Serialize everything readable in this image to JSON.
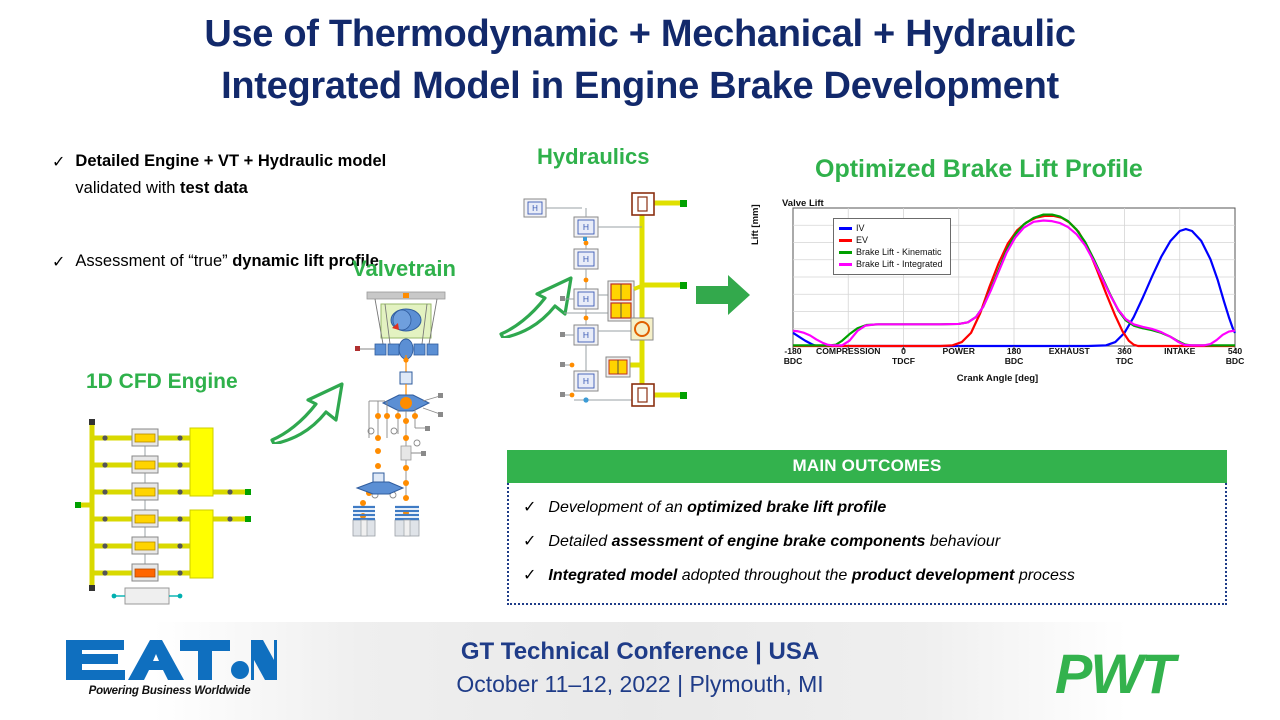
{
  "title": "Use of Thermodynamic + Mechanical + Hydraulic Integrated Model in Engine Brake Development",
  "title_line1": "Use of Thermodynamic + Mechanical + Hydraulic",
  "title_line2": "Integrated Model in Engine Brake Development",
  "colors": {
    "navy": "#12296B",
    "green": "#33B24D",
    "heading_green": "#2FB14B",
    "footer_blue": "#1F3C88",
    "eaton_blue": "#0F6FBF"
  },
  "bullets": [
    {
      "tick": "✓",
      "segments": [
        {
          "text": "Detailed Engine + VT + Hydraulic model",
          "bold": true
        },
        {
          "text": " validated with ",
          "bold": false
        },
        {
          "text": "test data",
          "bold": true
        }
      ]
    },
    {
      "tick": "✓",
      "segments": [
        {
          "text": " Assessment of “true” ",
          "bold": false
        },
        {
          "text": "dynamic lift profile",
          "bold": true
        }
      ]
    }
  ],
  "section_headings": {
    "hydraulics": "Hydraulics",
    "valvetrain": "Valvetrain",
    "cfd_engine": "1D CFD Engine",
    "chart": "Optimized Brake Lift Profile"
  },
  "chart_data": {
    "type": "line",
    "title": "Valve Lift",
    "xlabel": "Crank Angle [deg]",
    "ylabel": "Lift [mm]",
    "grid": true,
    "legend_position": "top-left",
    "xlim": [
      -180,
      540
    ],
    "ylim": [
      0,
      1.05
    ],
    "xticks": [
      {
        "value": -180,
        "t1": "-180",
        "t2": "BDC"
      },
      {
        "value": -90,
        "t1": "COMPRESSION",
        "t2": ""
      },
      {
        "value": 0,
        "t1": "0",
        "t2": "TDCF"
      },
      {
        "value": 90,
        "t1": "POWER",
        "t2": ""
      },
      {
        "value": 180,
        "t1": "180",
        "t2": "BDC"
      },
      {
        "value": 270,
        "t1": "EXHAUST",
        "t2": ""
      },
      {
        "value": 360,
        "t1": "360",
        "t2": "TDC"
      },
      {
        "value": 450,
        "t1": "INTAKE",
        "t2": ""
      },
      {
        "value": 540,
        "t1": "540",
        "t2": "BDC"
      }
    ],
    "series": [
      {
        "name": "IV",
        "color": "#0000FF",
        "points": [
          [
            -180,
            0.1
          ],
          [
            -170,
            0.07
          ],
          [
            -160,
            0.04
          ],
          [
            -150,
            0.015
          ],
          [
            -145,
            0.005
          ],
          [
            -140,
            0.0
          ],
          [
            0,
            0.0
          ],
          [
            120,
            0.0
          ],
          [
            150,
            0.0
          ],
          [
            200,
            0.0
          ],
          [
            300,
            0.0
          ],
          [
            330,
            0.005
          ],
          [
            345,
            0.03
          ],
          [
            360,
            0.1
          ],
          [
            375,
            0.22
          ],
          [
            390,
            0.37
          ],
          [
            405,
            0.53
          ],
          [
            420,
            0.68
          ],
          [
            435,
            0.8
          ],
          [
            450,
            0.875
          ],
          [
            460,
            0.89
          ],
          [
            470,
            0.875
          ],
          [
            485,
            0.8
          ],
          [
            500,
            0.66
          ],
          [
            512,
            0.5
          ],
          [
            522,
            0.34
          ],
          [
            530,
            0.22
          ],
          [
            536,
            0.14
          ],
          [
            540,
            0.1
          ]
        ]
      },
      {
        "name": "EV",
        "color": "#FF0000",
        "points": [
          [
            -180,
            0.0
          ],
          [
            -100,
            0.0
          ],
          [
            0,
            0.0
          ],
          [
            60,
            0.0
          ],
          [
            80,
            0.005
          ],
          [
            95,
            0.03
          ],
          [
            110,
            0.1
          ],
          [
            125,
            0.25
          ],
          [
            140,
            0.45
          ],
          [
            155,
            0.63
          ],
          [
            170,
            0.78
          ],
          [
            185,
            0.88
          ],
          [
            200,
            0.94
          ],
          [
            215,
            0.975
          ],
          [
            230,
            0.99
          ],
          [
            245,
            0.99
          ],
          [
            258,
            0.975
          ],
          [
            270,
            0.94
          ],
          [
            285,
            0.87
          ],
          [
            300,
            0.75
          ],
          [
            315,
            0.58
          ],
          [
            330,
            0.4
          ],
          [
            345,
            0.23
          ],
          [
            357,
            0.11
          ],
          [
            367,
            0.04
          ],
          [
            375,
            0.01
          ],
          [
            382,
            0.0
          ],
          [
            450,
            0.0
          ],
          [
            540,
            0.0
          ]
        ]
      },
      {
        "name": "Brake Lift - Kinematic",
        "color": "#00A000",
        "points": [
          [
            -180,
            0.005
          ],
          [
            -150,
            0.005
          ],
          [
            -120,
            0.005
          ],
          [
            -110,
            0.01
          ],
          [
            -100,
            0.04
          ],
          [
            -88,
            0.09
          ],
          [
            -75,
            0.135
          ],
          [
            -60,
            0.16
          ],
          [
            -40,
            0.165
          ],
          [
            0,
            0.165
          ],
          [
            60,
            0.165
          ],
          [
            90,
            0.168
          ],
          [
            105,
            0.18
          ],
          [
            118,
            0.22
          ],
          [
            130,
            0.3
          ],
          [
            142,
            0.43
          ],
          [
            155,
            0.58
          ],
          [
            168,
            0.73
          ],
          [
            182,
            0.85
          ],
          [
            196,
            0.925
          ],
          [
            212,
            0.975
          ],
          [
            228,
            1.0
          ],
          [
            242,
            1.0
          ],
          [
            255,
            0.985
          ],
          [
            268,
            0.95
          ],
          [
            282,
            0.885
          ],
          [
            296,
            0.79
          ],
          [
            310,
            0.66
          ],
          [
            324,
            0.52
          ],
          [
            338,
            0.38
          ],
          [
            350,
            0.27
          ],
          [
            362,
            0.195
          ],
          [
            375,
            0.155
          ],
          [
            390,
            0.135
          ],
          [
            405,
            0.12
          ],
          [
            420,
            0.1
          ],
          [
            435,
            0.07
          ],
          [
            448,
            0.035
          ],
          [
            458,
            0.012
          ],
          [
            468,
            0.005
          ],
          [
            500,
            0.005
          ],
          [
            540,
            0.005
          ]
        ]
      },
      {
        "name": "Brake Lift - Integrated",
        "color": "#FF00FF",
        "points": [
          [
            -180,
            0.115
          ],
          [
            -172,
            0.112
          ],
          [
            -162,
            0.1
          ],
          [
            -152,
            0.08
          ],
          [
            -142,
            0.05
          ],
          [
            -132,
            0.025
          ],
          [
            -124,
            0.01
          ],
          [
            -116,
            0.005
          ],
          [
            -100,
            0.005
          ],
          [
            -88,
            0.04
          ],
          [
            -75,
            0.115
          ],
          [
            -62,
            0.155
          ],
          [
            -45,
            0.165
          ],
          [
            0,
            0.165
          ],
          [
            60,
            0.165
          ],
          [
            90,
            0.168
          ],
          [
            105,
            0.18
          ],
          [
            118,
            0.22
          ],
          [
            130,
            0.3
          ],
          [
            142,
            0.42
          ],
          [
            155,
            0.565
          ],
          [
            168,
            0.71
          ],
          [
            182,
            0.825
          ],
          [
            196,
            0.9
          ],
          [
            212,
            0.945
          ],
          [
            228,
            0.955
          ],
          [
            242,
            0.95
          ],
          [
            255,
            0.935
          ],
          [
            268,
            0.905
          ],
          [
            282,
            0.85
          ],
          [
            296,
            0.765
          ],
          [
            310,
            0.645
          ],
          [
            324,
            0.51
          ],
          [
            338,
            0.375
          ],
          [
            350,
            0.275
          ],
          [
            362,
            0.205
          ],
          [
            375,
            0.165
          ],
          [
            390,
            0.145
          ],
          [
            405,
            0.13
          ],
          [
            420,
            0.105
          ],
          [
            435,
            0.07
          ],
          [
            448,
            0.03
          ],
          [
            458,
            0.008
          ],
          [
            470,
            0.005
          ],
          [
            490,
            0.005
          ],
          [
            500,
            0.015
          ],
          [
            510,
            0.045
          ],
          [
            520,
            0.085
          ],
          [
            530,
            0.11
          ],
          [
            540,
            0.118
          ]
        ]
      }
    ]
  },
  "outcomes": {
    "header": "MAIN OUTCOMES",
    "items": [
      {
        "tick": "✓",
        "segments": [
          {
            "text": "Development of  an ",
            "bold": false
          },
          {
            "text": "optimized brake lift profile",
            "bold": true
          }
        ]
      },
      {
        "tick": "✓",
        "segments": [
          {
            "text": "Detailed ",
            "bold": false
          },
          {
            "text": "assessment of  engine brake components",
            "bold": true
          },
          {
            "text": " behaviour",
            "bold": false
          }
        ]
      },
      {
        "tick": "✓",
        "segments": [
          {
            "text": "Integrated model",
            "bold": true
          },
          {
            "text": " adopted throughout the ",
            "bold": false
          },
          {
            "text": "product development",
            "bold": true
          },
          {
            "text": " process",
            "bold": false
          }
        ]
      }
    ]
  },
  "footer": {
    "conference_line1": "GT Technical Conference | USA",
    "conference_line2": "October 11–12, 2022 | Plymouth, MI",
    "eaton_name": "EATON",
    "eaton_tagline": "Powering Business Worldwide",
    "pwt_name": "PWT"
  }
}
